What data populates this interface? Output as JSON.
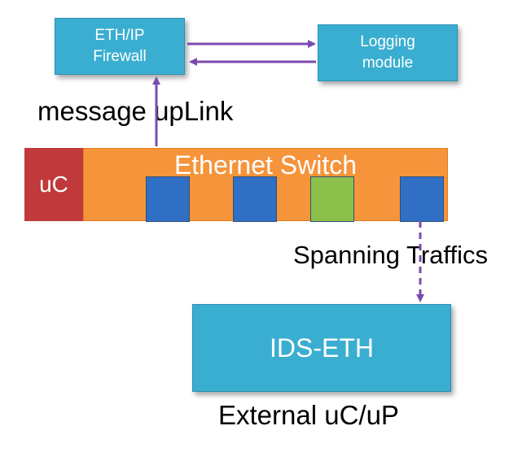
{
  "firewall": {
    "line1": "ETH/IP",
    "line2": "Firewall"
  },
  "logging": {
    "line1": "Logging",
    "line2": "module"
  },
  "uc_block": {
    "label": "uC"
  },
  "switch": {
    "title": "Ethernet Switch",
    "ports": [
      {
        "color": "#2f6fc4"
      },
      {
        "color": "#2f6fc4"
      },
      {
        "color": "#8cc04b"
      },
      {
        "color": "#2f6fc4"
      }
    ]
  },
  "ids": {
    "label": "IDS-ETH"
  },
  "labels": {
    "uplink": "message upLink",
    "spanning": "Spanning Traffics",
    "external": "External uC/uP"
  },
  "colors": {
    "arrow": "#7b4ab0",
    "box_fill": "#3aaed0",
    "switch_fill": "#f5943a",
    "uc_fill": "#c0393b"
  }
}
